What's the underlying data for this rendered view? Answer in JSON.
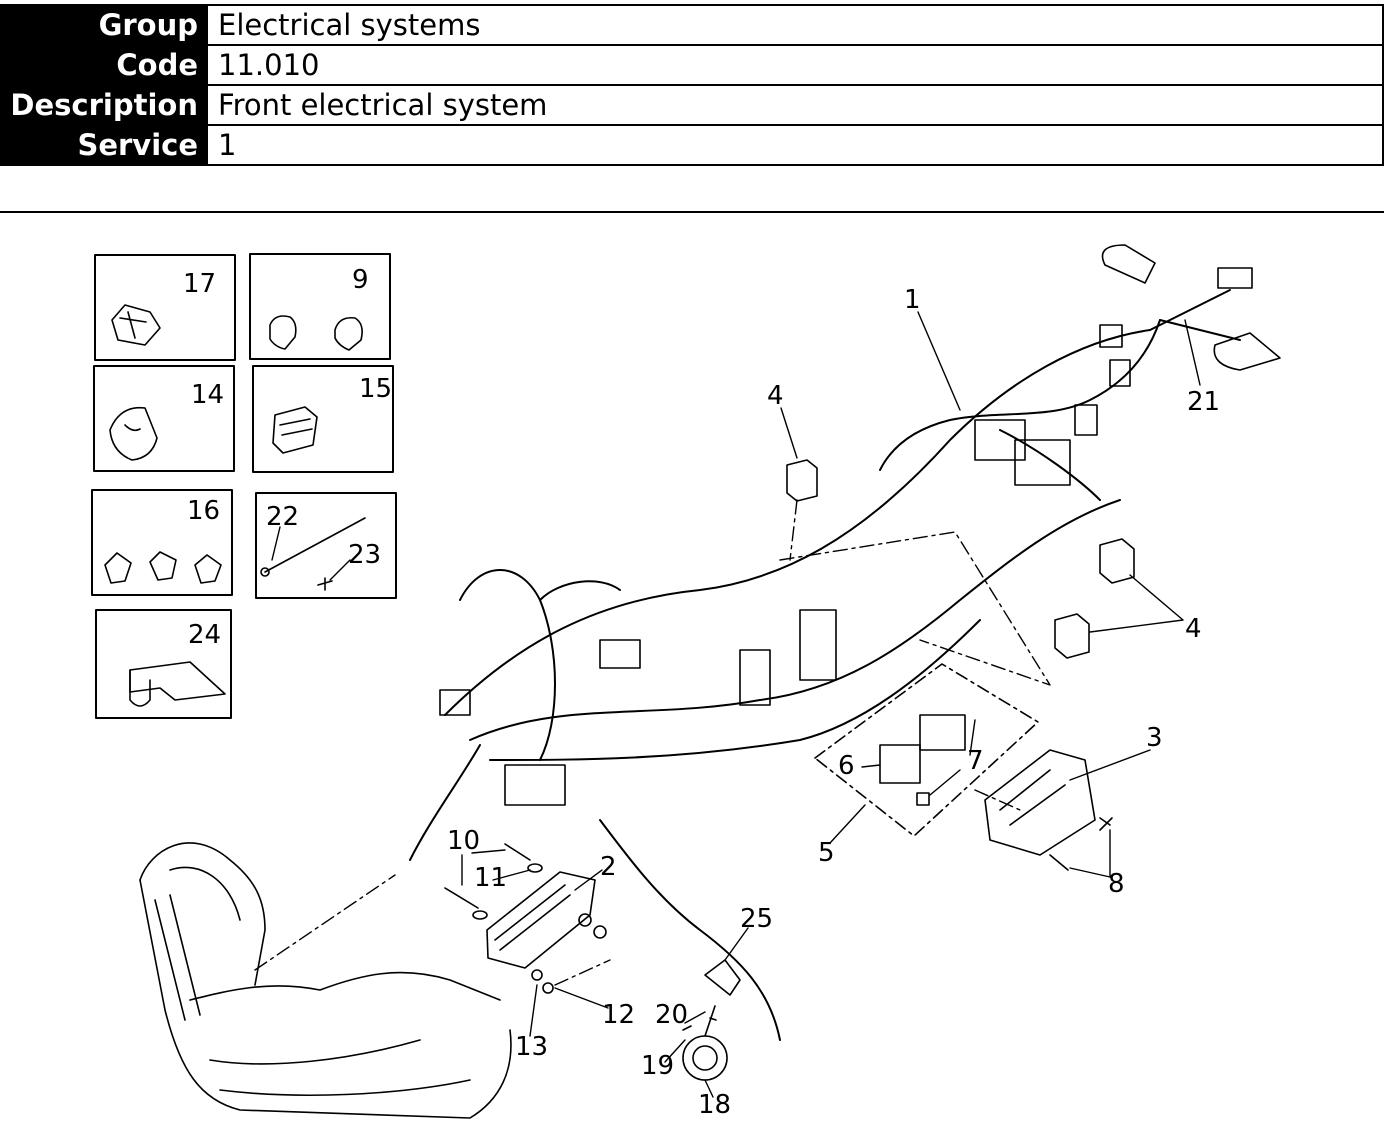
{
  "header": {
    "rows": [
      {
        "key": "Group",
        "value": "Electrical systems"
      },
      {
        "key": "Code",
        "value": "11.010"
      },
      {
        "key": "Description",
        "value": "Front electrical system"
      },
      {
        "key": "Service",
        "value": "1"
      }
    ]
  },
  "diagram": {
    "inset_labels": [
      "17",
      "9",
      "14",
      "15",
      "16",
      "22",
      "23",
      "24"
    ],
    "callouts": [
      "1",
      "21",
      "4",
      "4",
      "3",
      "7",
      "6",
      "5",
      "8",
      "2",
      "10",
      "11",
      "25",
      "12",
      "13",
      "20",
      "19",
      "18"
    ]
  }
}
